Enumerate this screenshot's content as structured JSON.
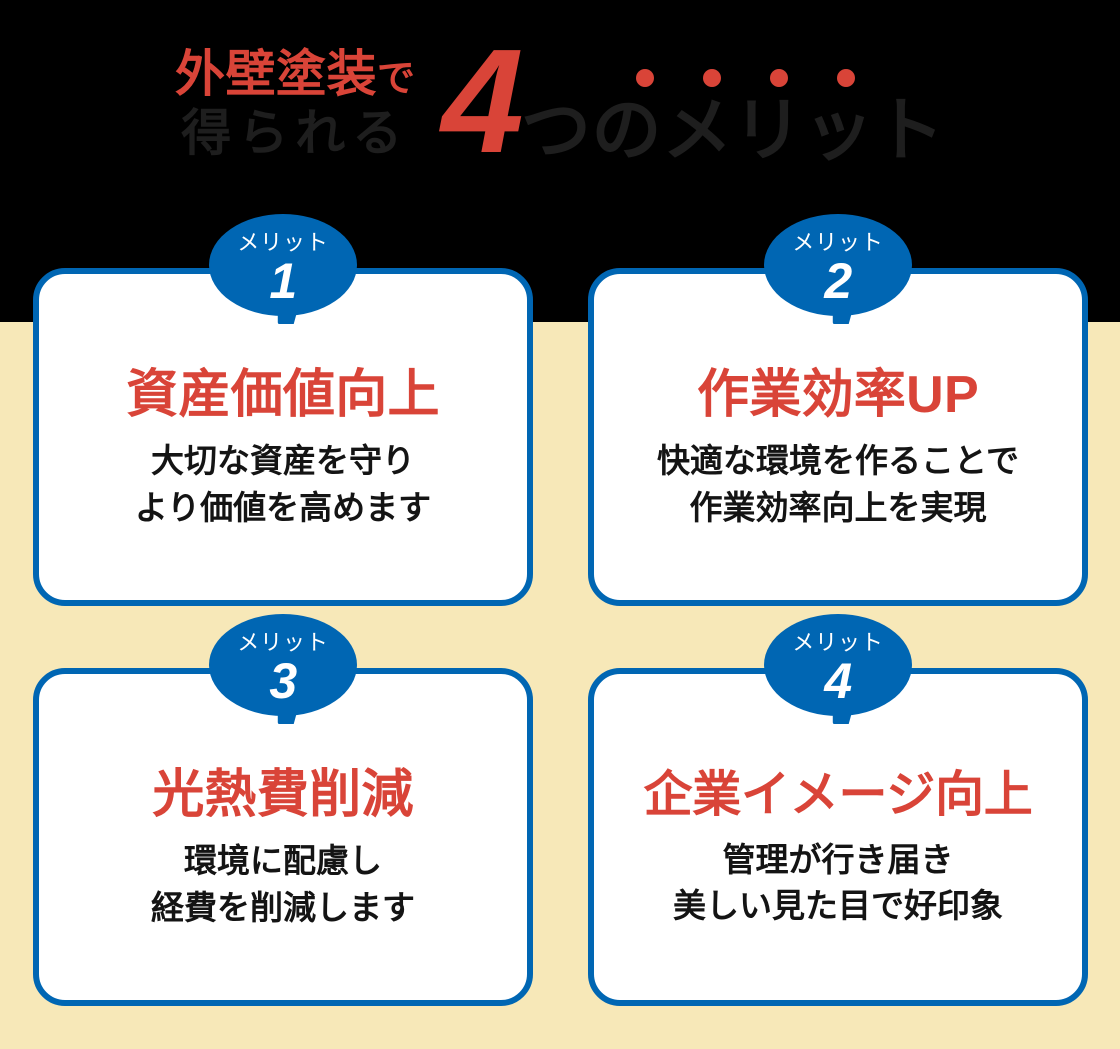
{
  "header": {
    "line1_main": "外壁塗装",
    "line1_suffix": "で",
    "line2": "得られる",
    "number": "4",
    "rest": "つのメリット",
    "emphasis_dot_count": 4,
    "colors": {
      "accent_red": "#D94438",
      "dark_text": "#1E1E1E",
      "background": "#000000"
    }
  },
  "theme": {
    "page_background": "#F7E8B8",
    "card_background": "#FFFFFF",
    "card_border": "#0066B3",
    "badge_background": "#0066B3",
    "title_color": "#D94438",
    "desc_color": "#141414"
  },
  "cards": [
    {
      "badge_label": "メリット",
      "badge_number": "1",
      "title": "資産価値向上",
      "desc_line1": "大切な資産を守り",
      "desc_line2": "より価値を高めます"
    },
    {
      "badge_label": "メリット",
      "badge_number": "2",
      "title": "作業効率UP",
      "desc_line1": "快適な環境を作ることで",
      "desc_line2": "作業効率向上を実現"
    },
    {
      "badge_label": "メリット",
      "badge_number": "3",
      "title": "光熱費削減",
      "desc_line1": "環境に配慮し",
      "desc_line2": "経費を削減します"
    },
    {
      "badge_label": "メリット",
      "badge_number": "4",
      "title": "企業イメージ向上",
      "desc_line1": "管理が行き届き",
      "desc_line2": "美しい見た目で好印象"
    }
  ]
}
